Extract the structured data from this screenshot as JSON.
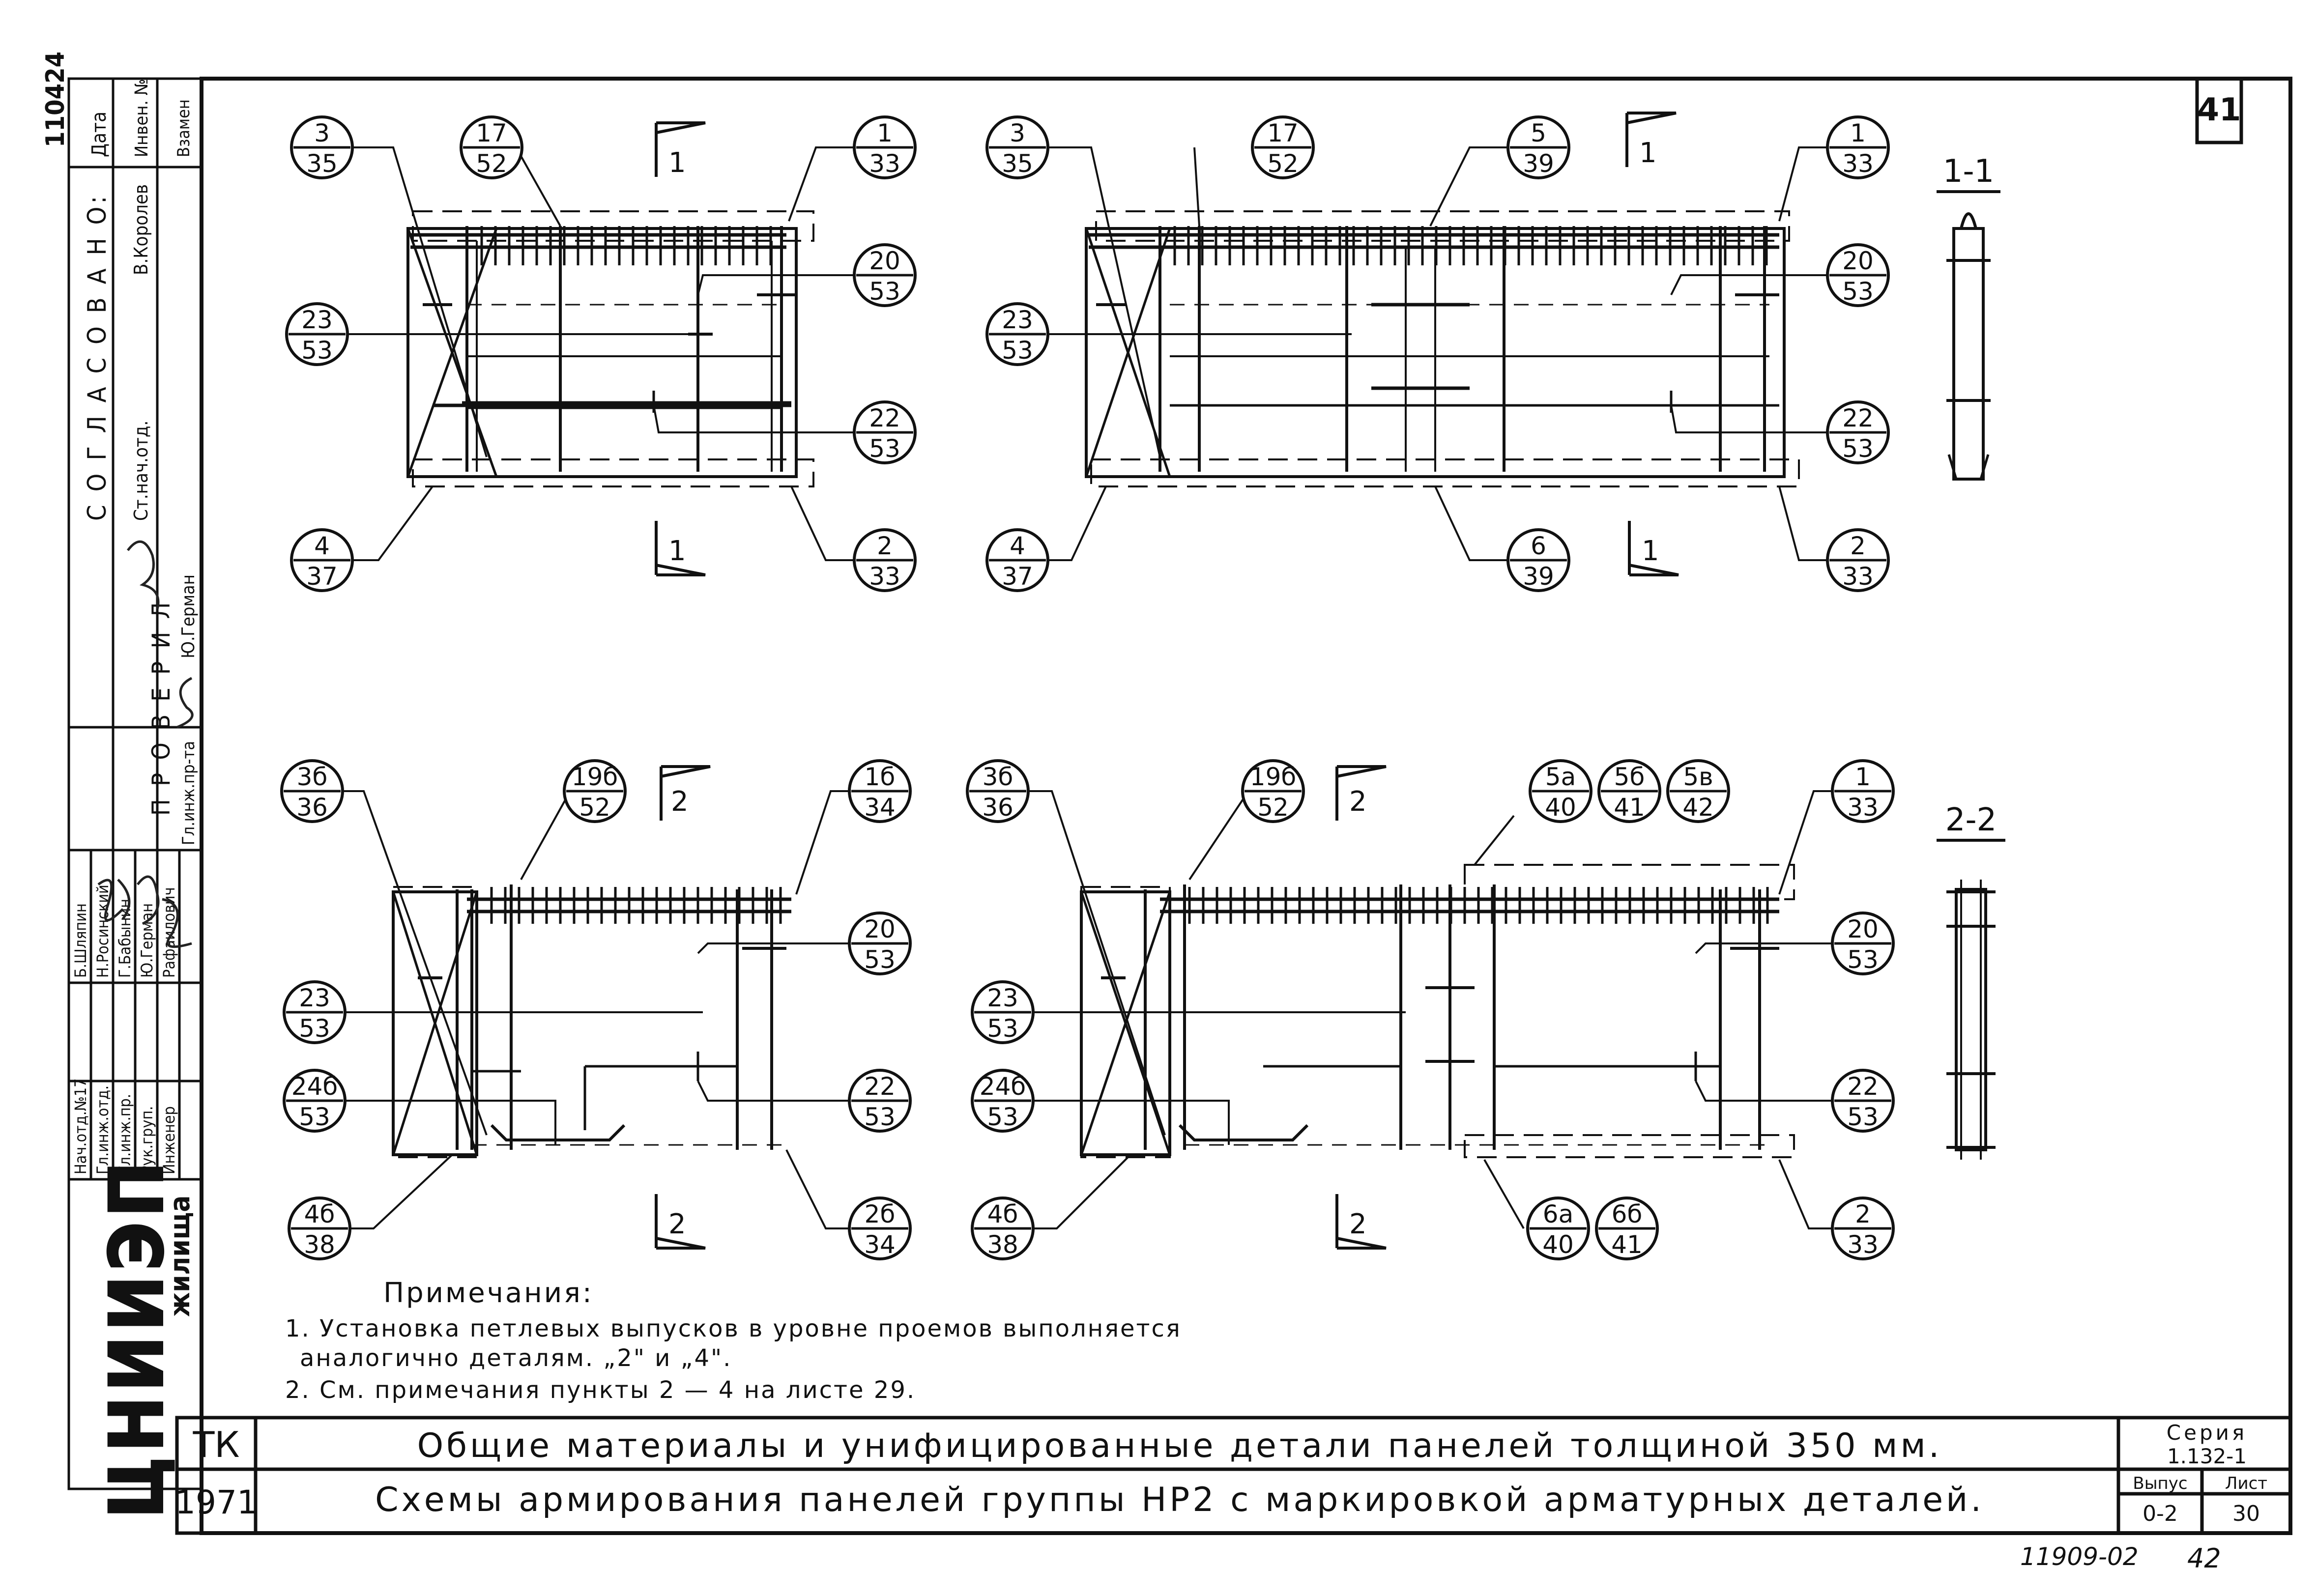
{
  "sheet": {
    "corner_number": "41",
    "top_left_code": "110424",
    "bottom_code": "11909-02",
    "bottom_page": "42"
  },
  "sections": {
    "s11": "1-1",
    "s22": "2-2",
    "cut1": "1",
    "cut2": "2"
  },
  "markers": {
    "p1_3_35": [
      "3",
      "35"
    ],
    "p1_17_52": [
      "17",
      "52"
    ],
    "p1_1_33": [
      "1",
      "33"
    ],
    "p1_20_53": [
      "20",
      "53"
    ],
    "p1_23_53": [
      "23",
      "53"
    ],
    "p1_22_53": [
      "22",
      "53"
    ],
    "p1_4_37": [
      "4",
      "37"
    ],
    "p1_2_33": [
      "2",
      "33"
    ],
    "p2_3_35": [
      "3",
      "35"
    ],
    "p2_17_52": [
      "17",
      "52"
    ],
    "p2_5_39": [
      "5",
      "39"
    ],
    "p2_1_33": [
      "1",
      "33"
    ],
    "p2_20_53": [
      "20",
      "53"
    ],
    "p2_23_53": [
      "23",
      "53"
    ],
    "p2_22_53": [
      "22",
      "53"
    ],
    "p2_4_37": [
      "4",
      "37"
    ],
    "p2_6_39": [
      "6",
      "39"
    ],
    "p2_2_33": [
      "2",
      "33"
    ],
    "p3_3b_36": [
      "3б",
      "36"
    ],
    "p3_19b_52": [
      "19б",
      "52"
    ],
    "p3_1b_34": [
      "1б",
      "34"
    ],
    "p3_20_53": [
      "20",
      "53"
    ],
    "p3_23_53": [
      "23",
      "53"
    ],
    "p3_24b_53": [
      "24б",
      "53"
    ],
    "p3_22_53": [
      "22",
      "53"
    ],
    "p3_4b_38": [
      "4б",
      "38"
    ],
    "p3_2b_34": [
      "2б",
      "34"
    ],
    "p4_3b_36": [
      "3б",
      "36"
    ],
    "p4_19b_52": [
      "19б",
      "52"
    ],
    "p4_5a_40": [
      "5а",
      "40"
    ],
    "p4_5b_41": [
      "5б",
      "41"
    ],
    "p4_5v_42": [
      "5в",
      "42"
    ],
    "p4_1_33": [
      "1",
      "33"
    ],
    "p4_20_53": [
      "20",
      "53"
    ],
    "p4_23_53": [
      "23",
      "53"
    ],
    "p4_24b_53": [
      "24б",
      "53"
    ],
    "p4_22_53": [
      "22",
      "53"
    ],
    "p4_4b_38": [
      "4б",
      "38"
    ],
    "p4_6a_40": [
      "6а",
      "40"
    ],
    "p4_6b_41": [
      "6б",
      "41"
    ],
    "p4_2_33": [
      "2",
      "33"
    ]
  },
  "notes": {
    "heading": "Примечания:",
    "line1": "1. Установка петлевых выпусков в уровне проемов выполняется",
    "line2": "аналогично деталям. „2\" и „4\".",
    "line3": "2. См. примечания пункты 2 — 4 на листе 29."
  },
  "title_block": {
    "tk": "ТК",
    "year": "1971",
    "title1": "Общие материалы и унифицированные детали панелей толщиной 350 мм.",
    "title2": "Схемы армирования панелей группы НР2 с маркировкой арматурных деталей.",
    "seria_label": "Серия",
    "seria_value": "1.132-1",
    "vypusk_label": "Выпус",
    "vypusk_value": "0-2",
    "list_label": "Лист",
    "list_value": "30"
  },
  "left_strip": {
    "agreed": "С О Г Л А С О В А Н О:",
    "agreed_role": "Ст.нач.отд.",
    "agreed_name": "В.Королев",
    "checked": "П Р О В Е Р И Л",
    "checked_role": "Гл.инж.пр-та",
    "checked_name": "Ю.Герман",
    "data_label": "Дата",
    "inv_label": "Инвен. №",
    "vzam_label": "Взамен",
    "roles": [
      "Нач.отд.№17",
      "Гл.инж.отд.",
      "Гл.инж.пр.",
      "Рук.груп.",
      "Инженер"
    ],
    "names": [
      "Б.Шляпин",
      "Н.Росинский",
      "Г.Бабынин",
      "Ю.Герман",
      "Рафаилович"
    ],
    "org": "ЦНИИЭП",
    "org_sub": "жилища"
  }
}
